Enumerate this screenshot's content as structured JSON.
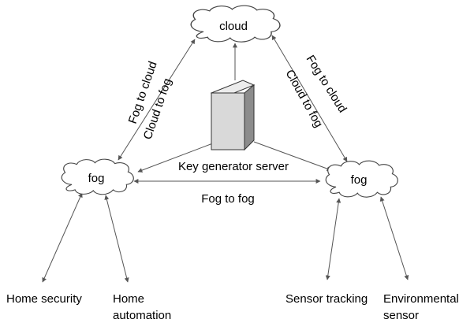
{
  "nodes": {
    "cloud": "cloud",
    "fog_left": "fog",
    "fog_right": "fog",
    "server": "Key generator server"
  },
  "links": {
    "fog_to_cloud_left": "Fog to cloud",
    "cloud_to_fog_left": "Cloud to fog",
    "fog_to_cloud_right": "Fog to cloud",
    "cloud_to_fog_right": "Cloud to fog",
    "fog_to_fog": "Fog to fog"
  },
  "devices": {
    "home_security": "Home security",
    "home_automation_1": "Home",
    "home_automation_2": "automation",
    "sensor_tracking": "Sensor tracking",
    "environmental_1": "Environmental",
    "environmental_2": "sensor"
  },
  "colors": {
    "server_front": "#d9d9d9",
    "server_side": "#8c8c8c",
    "server_top": "#ececec",
    "line": "#555555"
  }
}
